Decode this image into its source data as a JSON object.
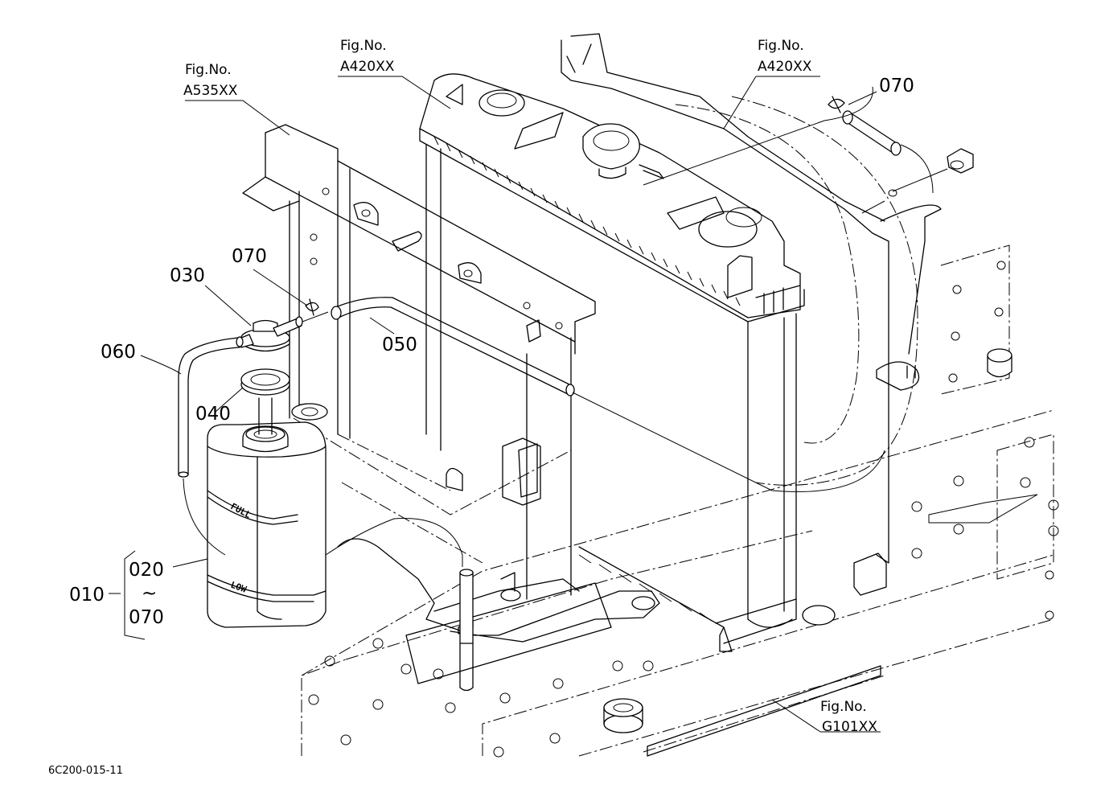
{
  "fig_refs": [
    {
      "fig": "Fig.No.",
      "code": "A535XX"
    },
    {
      "fig": "Fig.No.",
      "code": "A420XX"
    },
    {
      "fig": "Fig.No.",
      "code": "A420XX"
    },
    {
      "fig": "Fig.No.",
      "code": "G101XX"
    }
  ],
  "parts": {
    "p010": "010",
    "p020": "020",
    "range_sep": "~",
    "p070_range": "070",
    "p030": "030",
    "p040": "040",
    "p050": "050",
    "p060": "060",
    "p070_left": "070",
    "p070_right": "070"
  },
  "tank_marks": {
    "full": "FULL",
    "low": "LOW"
  },
  "drawing_id": "6C200-015-11"
}
